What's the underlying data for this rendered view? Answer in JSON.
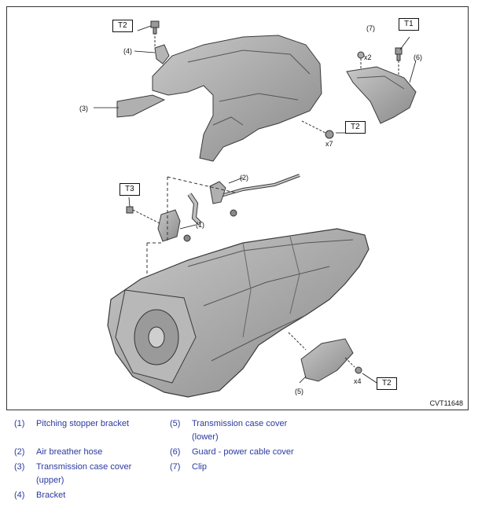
{
  "figure": {
    "code": "CVT11648",
    "torque_tags": [
      "T2",
      "T1",
      "T2",
      "T3",
      "T2"
    ],
    "callouts": [
      "(1)",
      "(2)",
      "(3)",
      "(4)",
      "(5)",
      "(6)",
      "(7)"
    ],
    "quantities": [
      "x2",
      "x7",
      "x4"
    ]
  },
  "legend": [
    {
      "num": "(1)",
      "text": "Pitching stopper bracket"
    },
    {
      "num": "(2)",
      "text": "Air breather hose"
    },
    {
      "num": "(3)",
      "text": "Transmission case cover (upper)"
    },
    {
      "num": "(4)",
      "text": "Bracket"
    },
    {
      "num": "(5)",
      "text": "Transmission case cover (lower)"
    },
    {
      "num": "(6)",
      "text": "Guard - power cable cover"
    },
    {
      "num": "(7)",
      "text": "Clip"
    }
  ],
  "colors": {
    "part_fill": "#a9a9a9",
    "part_stroke": "#3a3a3a",
    "legend_text": "#2b3aa0"
  }
}
